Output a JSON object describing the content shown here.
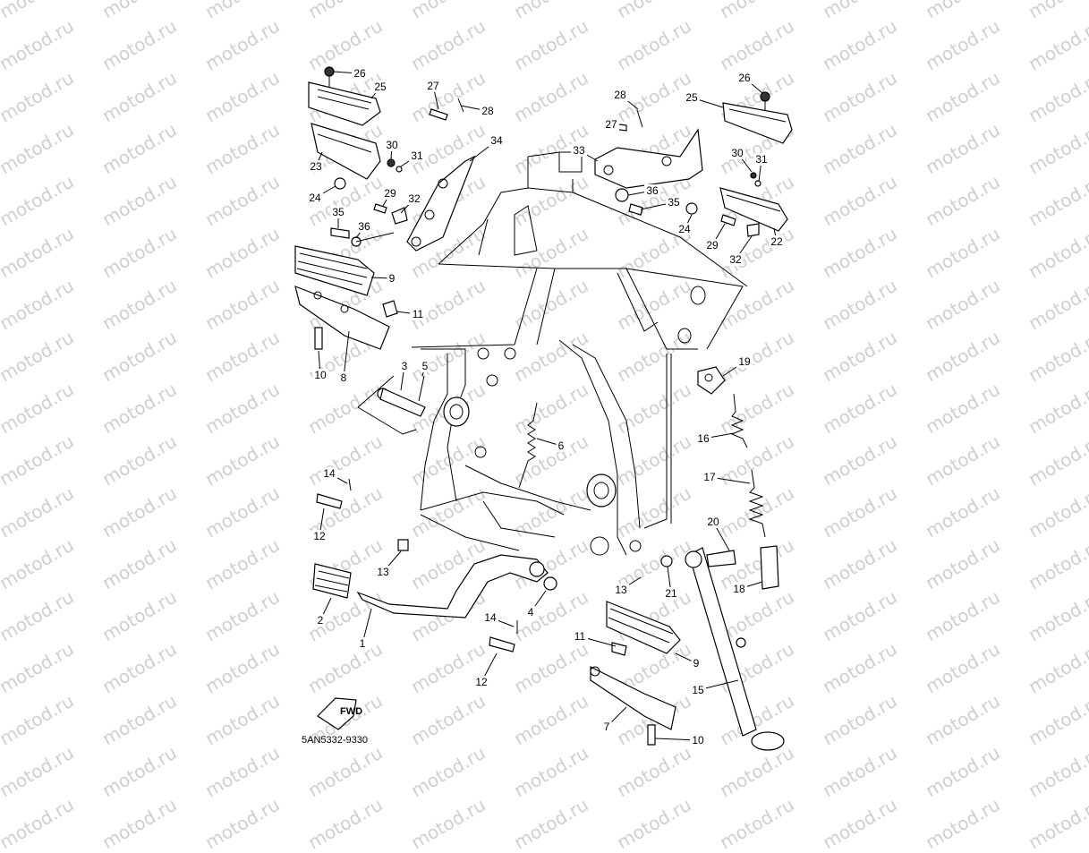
{
  "watermark": "motod.ru",
  "diagram_code": "5AN5332-9330",
  "fwd_badge": "FWD",
  "callouts": [
    {
      "id": "c26a",
      "text": "26"
    },
    {
      "id": "c25a",
      "text": "25"
    },
    {
      "id": "c23",
      "text": "23"
    },
    {
      "id": "c30a",
      "text": "30"
    },
    {
      "id": "c31a",
      "text": "31"
    },
    {
      "id": "c24a",
      "text": "24"
    },
    {
      "id": "c29a",
      "text": "29"
    },
    {
      "id": "c32a",
      "text": "32"
    },
    {
      "id": "c35a",
      "text": "35"
    },
    {
      "id": "c36a",
      "text": "36"
    },
    {
      "id": "c27a",
      "text": "27"
    },
    {
      "id": "c28a",
      "text": "28"
    },
    {
      "id": "c34",
      "text": "34"
    },
    {
      "id": "c9a",
      "text": "9"
    },
    {
      "id": "c11a",
      "text": "11"
    },
    {
      "id": "c10a",
      "text": "10"
    },
    {
      "id": "c8",
      "text": "8"
    },
    {
      "id": "c3",
      "text": "3"
    },
    {
      "id": "c5",
      "text": "5"
    },
    {
      "id": "c6",
      "text": "6"
    },
    {
      "id": "c14a",
      "text": "14"
    },
    {
      "id": "c12a",
      "text": "12"
    },
    {
      "id": "c13a",
      "text": "13"
    },
    {
      "id": "c2",
      "text": "2"
    },
    {
      "id": "c1",
      "text": "1"
    },
    {
      "id": "c4",
      "text": "4"
    },
    {
      "id": "c14b",
      "text": "14"
    },
    {
      "id": "c12b",
      "text": "12"
    },
    {
      "id": "c28b",
      "text": "28"
    },
    {
      "id": "c27b",
      "text": "27"
    },
    {
      "id": "c33",
      "text": "33"
    },
    {
      "id": "c36b",
      "text": "36"
    },
    {
      "id": "c35b",
      "text": "35"
    },
    {
      "id": "c25b",
      "text": "25"
    },
    {
      "id": "c26b",
      "text": "26"
    },
    {
      "id": "c30b",
      "text": "30"
    },
    {
      "id": "c31b",
      "text": "31"
    },
    {
      "id": "c24b",
      "text": "24"
    },
    {
      "id": "c29b",
      "text": "29"
    },
    {
      "id": "c32b",
      "text": "32"
    },
    {
      "id": "c22",
      "text": "22"
    },
    {
      "id": "c19",
      "text": "19"
    },
    {
      "id": "c16",
      "text": "16"
    },
    {
      "id": "c17",
      "text": "17"
    },
    {
      "id": "c20",
      "text": "20"
    },
    {
      "id": "c21",
      "text": "21"
    },
    {
      "id": "c18",
      "text": "18"
    },
    {
      "id": "c13b",
      "text": "13"
    },
    {
      "id": "c11b",
      "text": "11"
    },
    {
      "id": "c9b",
      "text": "9"
    },
    {
      "id": "c15",
      "text": "15"
    },
    {
      "id": "c7",
      "text": "7"
    },
    {
      "id": "c10b",
      "text": "10"
    }
  ]
}
